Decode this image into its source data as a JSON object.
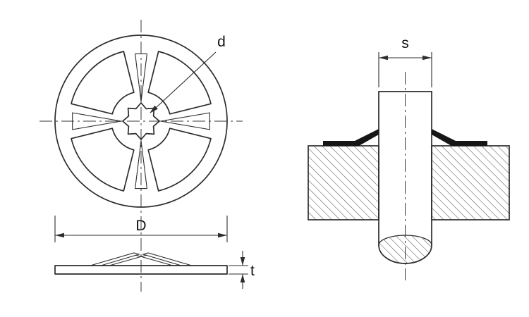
{
  "diagram": {
    "labels": {
      "hole_diameter": "d",
      "outer_diameter": "D",
      "shaft_diameter": "s",
      "thickness": "t"
    },
    "colors": {
      "line": "#2d2d2d",
      "centerline": "#3a3a3a",
      "washer_section_fill": "#161616",
      "background": "#ffffff"
    }
  }
}
